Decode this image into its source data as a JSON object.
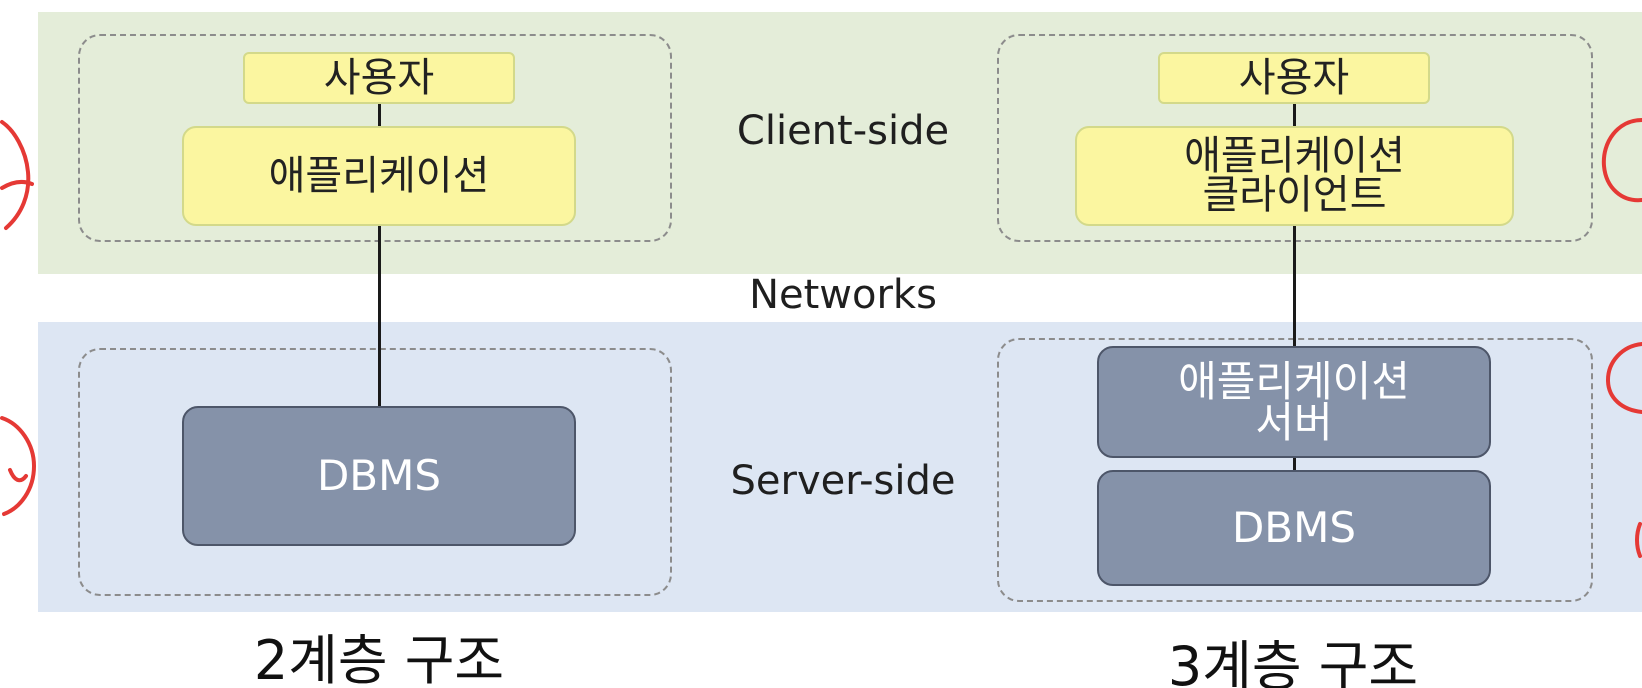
{
  "regions": {
    "client_label": "Client-side",
    "network_label": "Networks",
    "server_label": "Server-side"
  },
  "two_tier": {
    "user": "사용자",
    "application": "애플리케이션",
    "dbms": "DBMS",
    "caption": "2계층 구조"
  },
  "three_tier": {
    "user": "사용자",
    "application_client": "애플리케이션\n클라이언트",
    "application_server": "애플리케이션\n서버",
    "dbms": "DBMS",
    "caption": "3계층 구조"
  },
  "colors": {
    "client_band": "#e4edd9",
    "server_band": "#dde6f3",
    "user_box": "#fbf6a0",
    "server_box": "#8592a9",
    "annotation": "#e53935"
  }
}
